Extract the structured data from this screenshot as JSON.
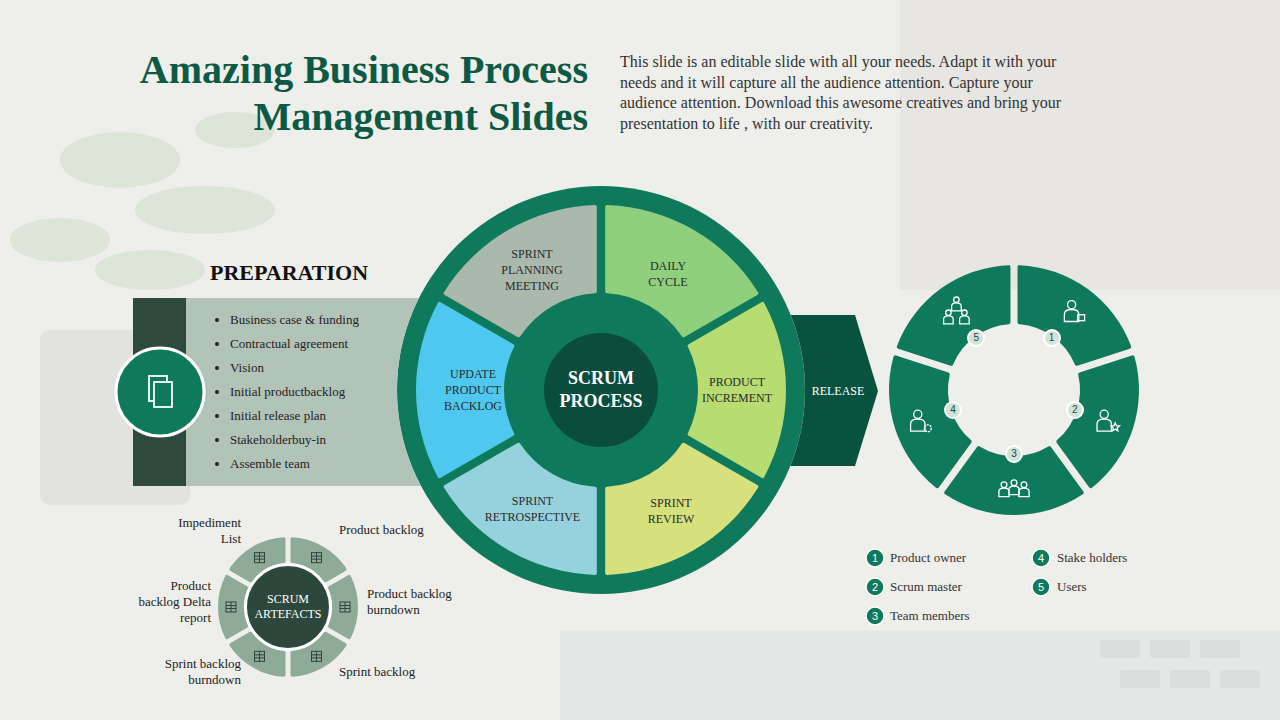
{
  "diagram": {
    "title": "Amazing Business Process Management Slides",
    "caption": "This slide is an editable slide with all your needs. Adapt it with your needs and it will capture all the audience attention. Capture your audience attention. Download this awesome creatives and bring your presentation to life , with our creativity.",
    "nodes": [
      {
        "text": [
          "PREPARATION",
          "Business case & funding",
          "Contractual agreement",
          "Vision",
          "Initial productbacklog",
          "Initial release plan",
          "Stakeholderbuy-in",
          "Assemble team"
        ]
      },
      {
        "text": [
          "SPRINT PLANNING MEETING"
        ]
      },
      {
        "text": [
          "DAILY CYCLE"
        ]
      },
      {
        "text": [
          "UPDATE PRODUCT BACKLOG"
        ]
      },
      {
        "text": [
          "SCRUM PROCESS"
        ]
      },
      {
        "text": [
          "PRODUCT INCREMENT"
        ]
      },
      {
        "text": [
          "SPRINT RETROSPECTIVE"
        ]
      },
      {
        "text": [
          "SPRINT REVIEW"
        ]
      },
      {
        "text": [
          "RELEASE"
        ]
      },
      {
        "text": [
          "1"
        ]
      },
      {
        "text": [
          "2"
        ]
      },
      {
        "text": [
          "3"
        ]
      },
      {
        "text": [
          "4"
        ]
      },
      {
        "text": [
          "5"
        ]
      },
      {
        "text": [
          "SCRUM ARTEFACTS"
        ]
      }
    ],
    "labels": [
      "Impediment List",
      "Product backlog",
      "Product backlog Delta report",
      "Product backlog burndown",
      "Sprint backlog burndown",
      "Sprint backlog",
      "1",
      "2",
      "3",
      "4",
      "5"
    ],
    "legend": [
      {
        "text": "Product owner"
      },
      {
        "text": "Scrum master"
      },
      {
        "text": "Team members"
      },
      {
        "text": "Stake holders"
      },
      {
        "text": "Users"
      }
    ]
  }
}
